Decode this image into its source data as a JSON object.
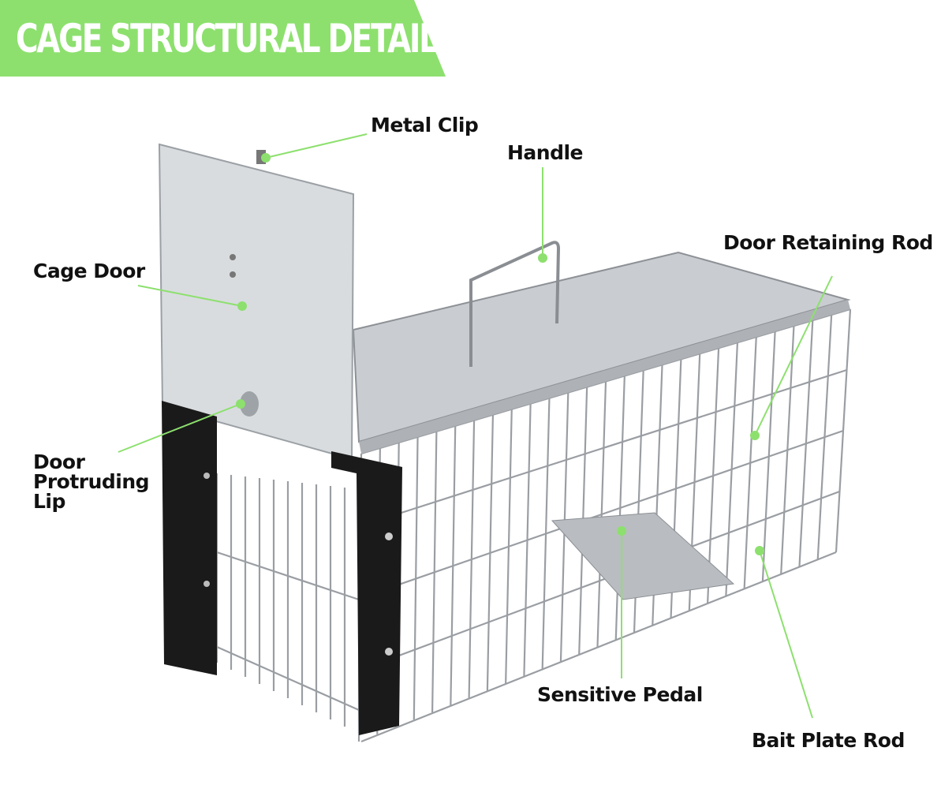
{
  "header": {
    "title": "CAGE STRUCTURAL DETAILS",
    "accent_color": "#8de06e"
  },
  "labels": {
    "metal_clip": "Metal Clip",
    "handle": "Handle",
    "door_retaining_rod": "Door Retaining Rod",
    "cage_door": "Cage Door",
    "door_protruding_lip": [
      "Door",
      "Protruding",
      "Lip"
    ],
    "sensitive_pedal": "Sensitive Pedal",
    "bait_plate_rod": "Bait Plate Rod"
  }
}
